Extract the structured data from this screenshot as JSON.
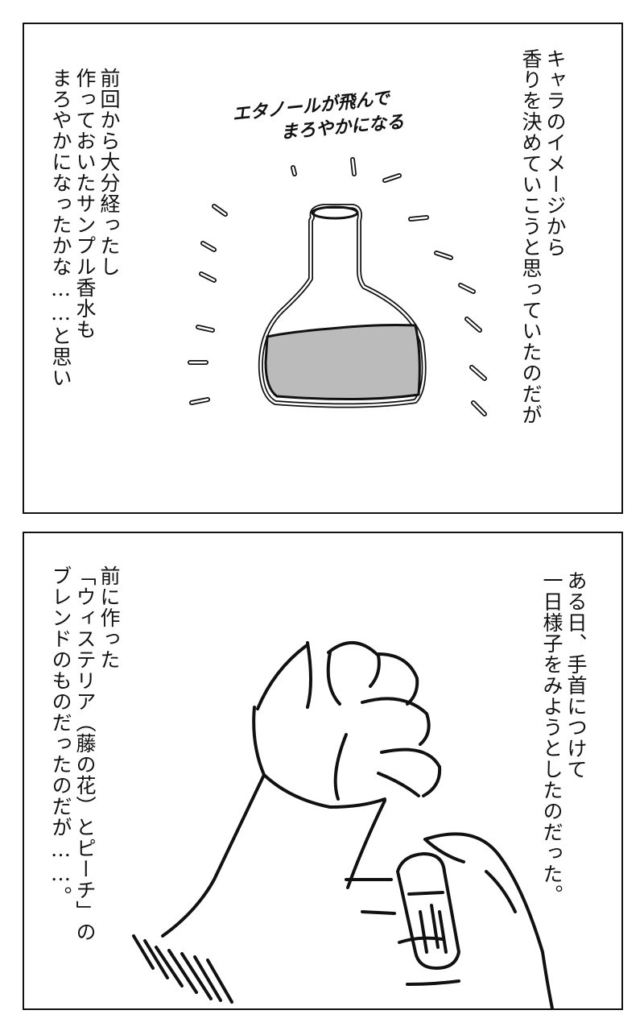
{
  "panel1": {
    "narration_right": [
      "キャラのイメージから",
      "香りを決めていこうと思っていたのだが"
    ],
    "narration_left": [
      "前回から大分経ったし",
      "作っておいたサンプル香水も",
      "まろやかになったかな……と思い"
    ],
    "handwritten": [
      "エタノールが飛んで",
      "まろやかになる"
    ]
  },
  "panel2": {
    "narration_right": [
      "ある日、手首につけて",
      "一日様子をみようとしたのだった。"
    ],
    "narration_left": [
      "前に作った",
      "「ウィステリア（藤の花）とピーチ」の",
      "ブレンドのものだったのだが……。"
    ]
  }
}
